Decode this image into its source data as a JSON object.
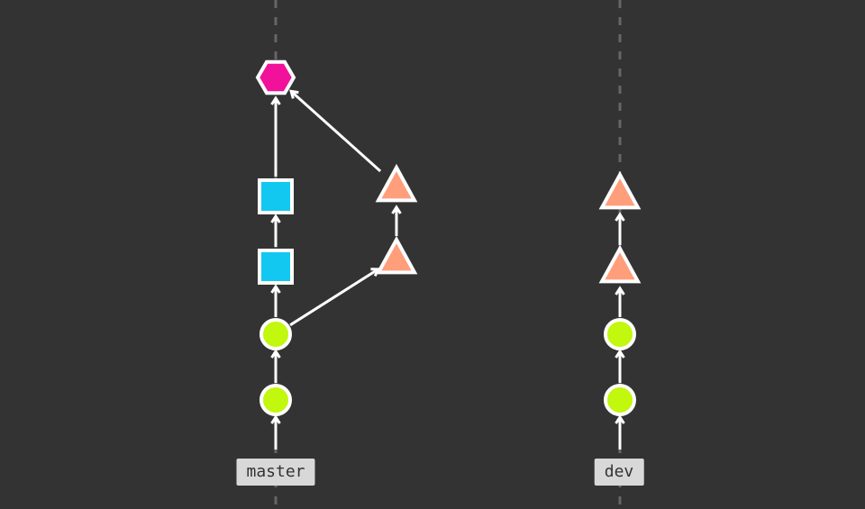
{
  "branches": [
    {
      "id": "master",
      "label": "master"
    },
    {
      "id": "dev",
      "label": "dev"
    }
  ],
  "colors": {
    "background": "#333333",
    "lane_line": "#666666",
    "edge": "#ffffff",
    "outline": "#ffffff",
    "circle": "#c2f70e",
    "square": "#13c8f0",
    "triangle": "#ff9e7a",
    "hexagon": "#f2119a",
    "label_bg": "#d8d8d8",
    "label_text": "#333333"
  },
  "graph": {
    "nodes": [
      {
        "id": "m1",
        "shape": "circle",
        "lane": "master"
      },
      {
        "id": "m2",
        "shape": "circle",
        "lane": "master"
      },
      {
        "id": "m3",
        "shape": "square",
        "lane": "master"
      },
      {
        "id": "m4",
        "shape": "square",
        "lane": "master"
      },
      {
        "id": "f1",
        "shape": "triangle",
        "lane": "master-side"
      },
      {
        "id": "f2",
        "shape": "triangle",
        "lane": "master-side"
      },
      {
        "id": "mh",
        "shape": "hexagon",
        "lane": "master"
      },
      {
        "id": "d1",
        "shape": "circle",
        "lane": "dev"
      },
      {
        "id": "d2",
        "shape": "circle",
        "lane": "dev"
      },
      {
        "id": "d3",
        "shape": "triangle",
        "lane": "dev"
      },
      {
        "id": "d4",
        "shape": "triangle",
        "lane": "dev"
      }
    ],
    "edges": [
      {
        "from": "label-master",
        "to": "m1"
      },
      {
        "from": "m1",
        "to": "m2"
      },
      {
        "from": "m2",
        "to": "m3"
      },
      {
        "from": "m3",
        "to": "m4"
      },
      {
        "from": "m4",
        "to": "mh"
      },
      {
        "from": "m2",
        "to": "f1"
      },
      {
        "from": "f1",
        "to": "f2"
      },
      {
        "from": "f2",
        "to": "mh"
      },
      {
        "from": "label-dev",
        "to": "d1"
      },
      {
        "from": "d1",
        "to": "d2"
      },
      {
        "from": "d2",
        "to": "d3"
      },
      {
        "from": "d3",
        "to": "d4"
      }
    ]
  }
}
